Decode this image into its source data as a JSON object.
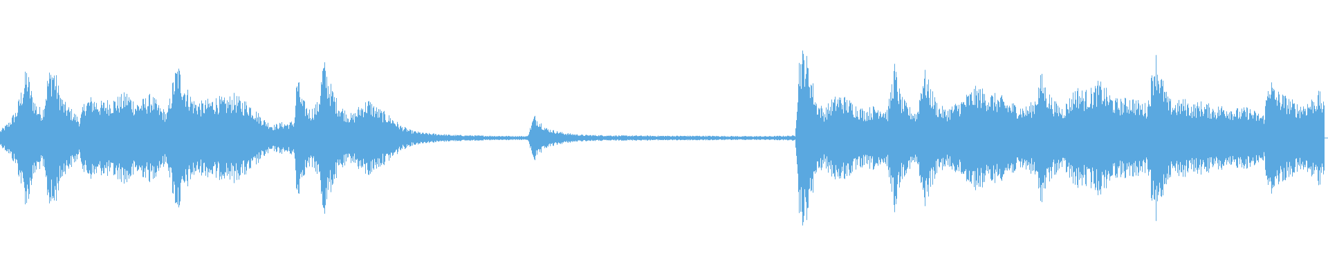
{
  "waveform": {
    "color": "#5aa8e0",
    "background": "#ffffff",
    "envelope": [
      [
        0.0,
        0.06
      ],
      [
        0.006,
        0.12
      ],
      [
        0.012,
        0.22
      ],
      [
        0.016,
        0.38
      ],
      [
        0.02,
        0.55
      ],
      [
        0.024,
        0.35
      ],
      [
        0.028,
        0.25
      ],
      [
        0.032,
        0.22
      ],
      [
        0.036,
        0.5
      ],
      [
        0.04,
        0.58
      ],
      [
        0.044,
        0.4
      ],
      [
        0.048,
        0.28
      ],
      [
        0.054,
        0.22
      ],
      [
        0.06,
        0.15
      ],
      [
        0.064,
        0.3
      ],
      [
        0.07,
        0.32
      ],
      [
        0.076,
        0.28
      ],
      [
        0.082,
        0.3
      ],
      [
        0.09,
        0.32
      ],
      [
        0.096,
        0.36
      ],
      [
        0.102,
        0.28
      ],
      [
        0.108,
        0.3
      ],
      [
        0.114,
        0.34
      ],
      [
        0.12,
        0.25
      ],
      [
        0.126,
        0.2
      ],
      [
        0.131,
        0.48
      ],
      [
        0.134,
        0.58
      ],
      [
        0.14,
        0.4
      ],
      [
        0.146,
        0.3
      ],
      [
        0.152,
        0.28
      ],
      [
        0.158,
        0.3
      ],
      [
        0.164,
        0.32
      ],
      [
        0.17,
        0.3
      ],
      [
        0.176,
        0.34
      ],
      [
        0.182,
        0.3
      ],
      [
        0.188,
        0.28
      ],
      [
        0.194,
        0.2
      ],
      [
        0.2,
        0.14
      ],
      [
        0.206,
        0.1
      ],
      [
        0.212,
        0.12
      ],
      [
        0.218,
        0.12
      ],
      [
        0.222,
        0.14
      ],
      [
        0.224,
        0.5
      ],
      [
        0.228,
        0.3
      ],
      [
        0.234,
        0.22
      ],
      [
        0.24,
        0.28
      ],
      [
        0.244,
        0.62
      ],
      [
        0.248,
        0.45
      ],
      [
        0.254,
        0.3
      ],
      [
        0.26,
        0.22
      ],
      [
        0.266,
        0.18
      ],
      [
        0.272,
        0.26
      ],
      [
        0.278,
        0.3
      ],
      [
        0.284,
        0.24
      ],
      [
        0.29,
        0.2
      ],
      [
        0.296,
        0.16
      ],
      [
        0.302,
        0.1
      ],
      [
        0.31,
        0.06
      ],
      [
        0.32,
        0.04
      ],
      [
        0.34,
        0.025
      ],
      [
        0.37,
        0.018
      ],
      [
        0.398,
        0.015
      ],
      [
        0.4,
        0.08
      ],
      [
        0.403,
        0.18
      ],
      [
        0.407,
        0.14
      ],
      [
        0.412,
        0.08
      ],
      [
        0.418,
        0.06
      ],
      [
        0.426,
        0.04
      ],
      [
        0.44,
        0.025
      ],
      [
        0.47,
        0.02
      ],
      [
        0.5,
        0.018
      ],
      [
        0.53,
        0.018
      ],
      [
        0.56,
        0.015
      ],
      [
        0.58,
        0.015
      ],
      [
        0.6,
        0.02
      ],
      [
        0.603,
        0.62
      ],
      [
        0.607,
        0.7
      ],
      [
        0.612,
        0.5
      ],
      [
        0.616,
        0.3
      ],
      [
        0.622,
        0.22
      ],
      [
        0.628,
        0.3
      ],
      [
        0.634,
        0.34
      ],
      [
        0.64,
        0.3
      ],
      [
        0.646,
        0.26
      ],
      [
        0.652,
        0.22
      ],
      [
        0.658,
        0.24
      ],
      [
        0.664,
        0.26
      ],
      [
        0.67,
        0.22
      ],
      [
        0.675,
        0.58
      ],
      [
        0.68,
        0.32
      ],
      [
        0.686,
        0.24
      ],
      [
        0.692,
        0.2
      ],
      [
        0.697,
        0.55
      ],
      [
        0.702,
        0.4
      ],
      [
        0.708,
        0.26
      ],
      [
        0.714,
        0.22
      ],
      [
        0.72,
        0.26
      ],
      [
        0.726,
        0.3
      ],
      [
        0.732,
        0.36
      ],
      [
        0.738,
        0.4
      ],
      [
        0.744,
        0.36
      ],
      [
        0.75,
        0.34
      ],
      [
        0.756,
        0.32
      ],
      [
        0.762,
        0.28
      ],
      [
        0.768,
        0.26
      ],
      [
        0.774,
        0.24
      ],
      [
        0.78,
        0.28
      ],
      [
        0.786,
        0.5
      ],
      [
        0.79,
        0.38
      ],
      [
        0.796,
        0.28
      ],
      [
        0.802,
        0.24
      ],
      [
        0.808,
        0.32
      ],
      [
        0.812,
        0.4
      ],
      [
        0.818,
        0.36
      ],
      [
        0.824,
        0.38
      ],
      [
        0.83,
        0.44
      ],
      [
        0.836,
        0.36
      ],
      [
        0.842,
        0.3
      ],
      [
        0.848,
        0.3
      ],
      [
        0.854,
        0.32
      ],
      [
        0.86,
        0.28
      ],
      [
        0.866,
        0.26
      ],
      [
        0.872,
        0.68
      ],
      [
        0.876,
        0.5
      ],
      [
        0.882,
        0.3
      ],
      [
        0.888,
        0.28
      ],
      [
        0.894,
        0.3
      ],
      [
        0.9,
        0.26
      ],
      [
        0.906,
        0.28
      ],
      [
        0.912,
        0.26
      ],
      [
        0.918,
        0.24
      ],
      [
        0.924,
        0.26
      ],
      [
        0.93,
        0.24
      ],
      [
        0.936,
        0.22
      ],
      [
        0.942,
        0.24
      ],
      [
        0.948,
        0.2
      ],
      [
        0.954,
        0.18
      ],
      [
        0.958,
        0.5
      ],
      [
        0.962,
        0.38
      ],
      [
        0.968,
        0.34
      ],
      [
        0.974,
        0.3
      ],
      [
        0.98,
        0.26
      ],
      [
        0.986,
        0.28
      ],
      [
        0.992,
        0.32
      ],
      [
        0.996,
        0.36
      ],
      [
        1.0,
        0.24
      ]
    ]
  }
}
